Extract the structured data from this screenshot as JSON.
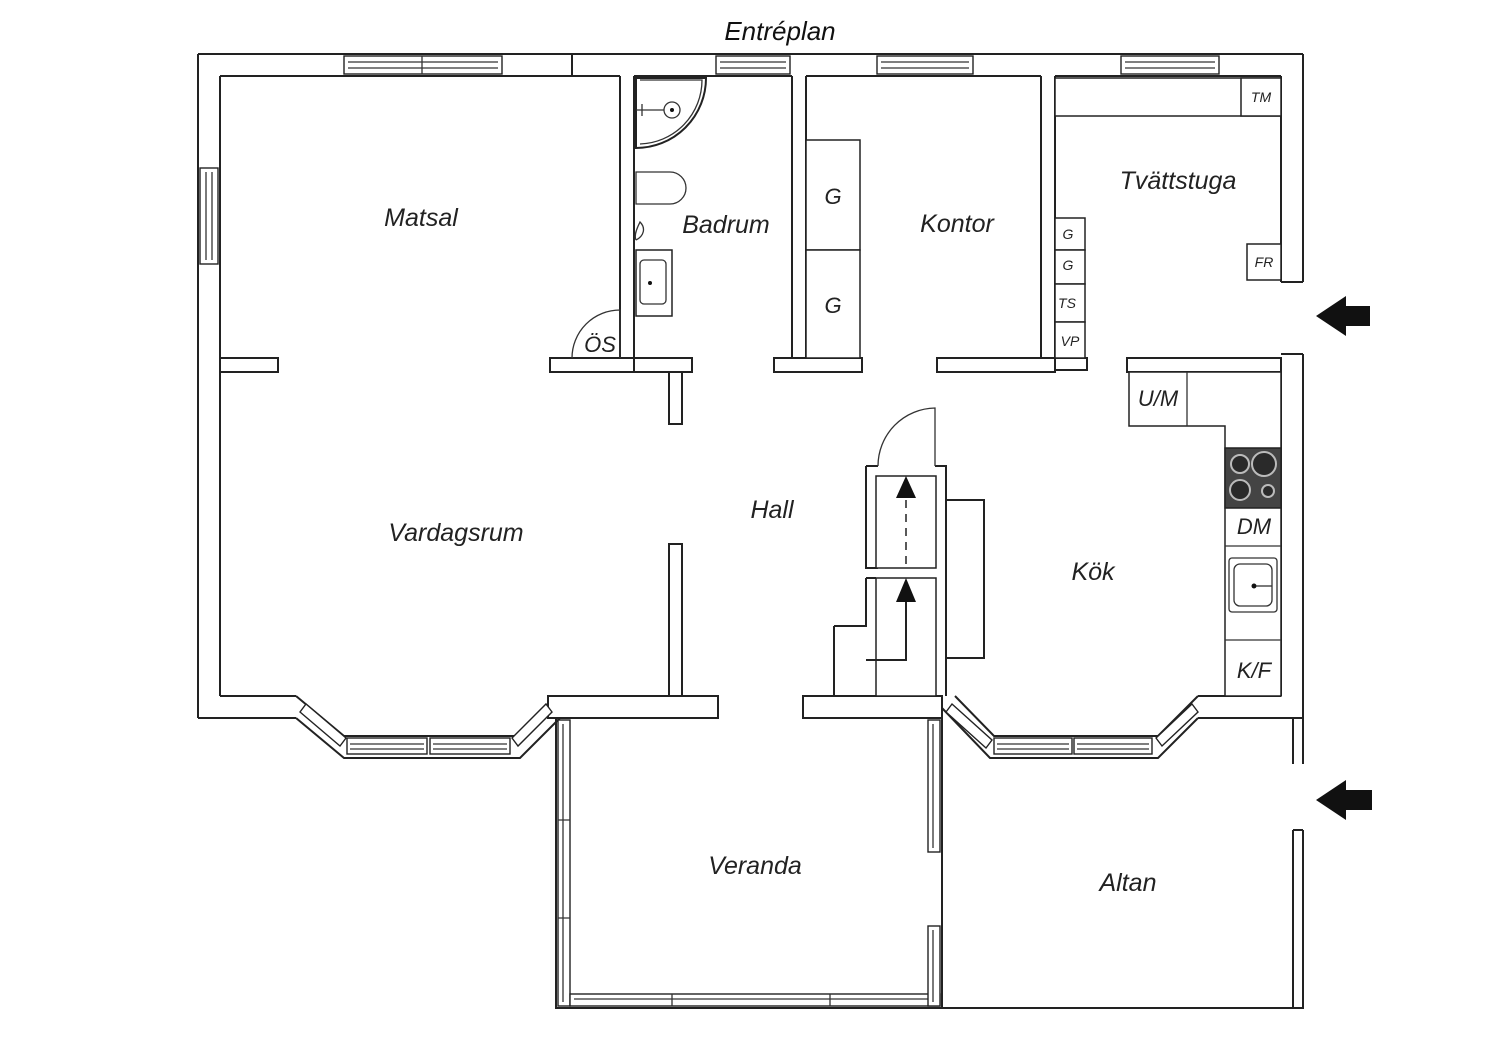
{
  "plan": {
    "title": "Entréplan",
    "rooms": {
      "matsal": "Matsal",
      "badrum": "Badrum",
      "kontor": "Kontor",
      "tvattstuga": "Tvättstuga",
      "vardagsrum": "Vardagsrum",
      "hall": "Hall",
      "kok": "Kök",
      "veranda": "Veranda",
      "altan": "Altan"
    },
    "fixtures": {
      "os": "ÖS",
      "g1": "G",
      "g2": "G",
      "tm": "TM",
      "fr": "FR",
      "g_small1": "G",
      "g_small2": "G",
      "ts": "TS",
      "vp": "VP",
      "um": "U/M",
      "dm": "DM",
      "kf": "K/F"
    },
    "arrows": [
      "entrance-arrow",
      "entrance-arrow"
    ]
  }
}
